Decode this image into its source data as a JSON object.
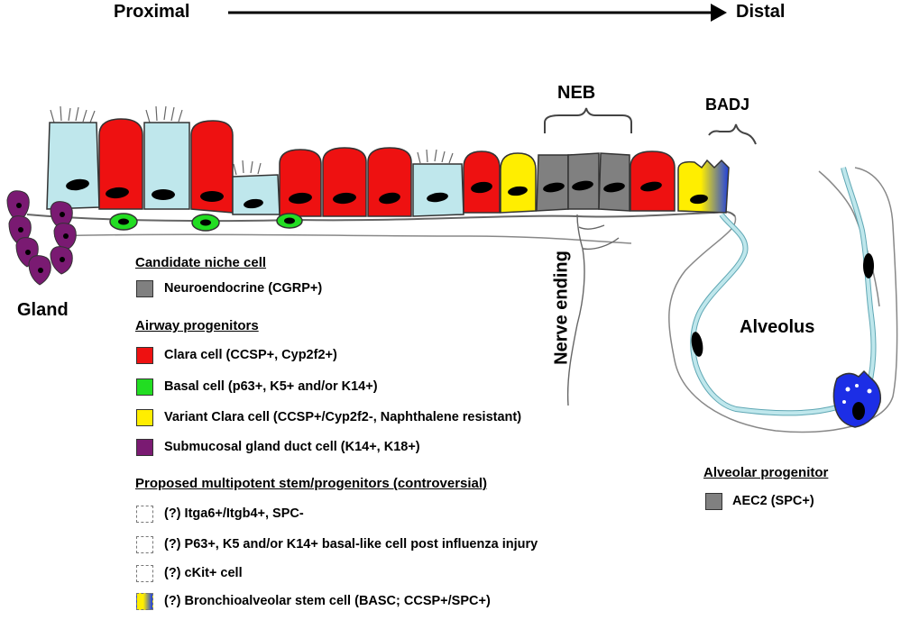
{
  "header": {
    "left": "Proximal",
    "right": "Distal"
  },
  "labels": {
    "gland": "Gland",
    "neb": "NEB",
    "badj": "BADJ",
    "nerve_ending": "Nerve ending",
    "alveolus": "Alveolus"
  },
  "colors": {
    "clara": "#ee1111",
    "basal": "#22dd22",
    "variant_clara": "#ffee00",
    "gland_duct": "#7a1a72",
    "neuroendocrine": "#808080",
    "ciliated": "#bfe7ec",
    "aec2": "#1c2ee6"
  },
  "legend": {
    "niche": {
      "heading": "Candidate niche cell",
      "items": [
        {
          "swatch": "neuroendocrine",
          "text": "Neuroendocrine (CGRP+)"
        }
      ]
    },
    "airway": {
      "heading": "Airway progenitors",
      "items": [
        {
          "swatch": "clara",
          "text": "Clara cell (CCSP+, Cyp2f2+)"
        },
        {
          "swatch": "basal",
          "text": "Basal cell (p63+, K5+ and/or K14+)"
        },
        {
          "swatch": "variant_clara",
          "text": "Variant Clara cell (CCSP+/Cyp2f2-, Naphthalene resistant)"
        },
        {
          "swatch": "gland_duct",
          "text": "Submucosal gland duct cell (K14+, K18+)"
        }
      ]
    },
    "multipotent": {
      "heading": "Proposed multipotent stem/progenitors (controversial)",
      "items": [
        {
          "swatch": "none",
          "text": "(?) Itga6+/Itgb4+, SPC-"
        },
        {
          "swatch": "none",
          "text": "(?) P63+, K5 and/or K14+ basal-like cell post influenza injury"
        },
        {
          "swatch": "none",
          "text": "(?) cKit+ cell"
        },
        {
          "swatch": "basc",
          "text": "(?) Bronchioalveolar stem cell (BASC; CCSP+/SPC+)"
        }
      ]
    },
    "alveolar": {
      "heading": "Alveolar progenitor",
      "items": [
        {
          "swatch": "neuroendocrine",
          "text": "AEC2 (SPC+)"
        }
      ]
    }
  }
}
